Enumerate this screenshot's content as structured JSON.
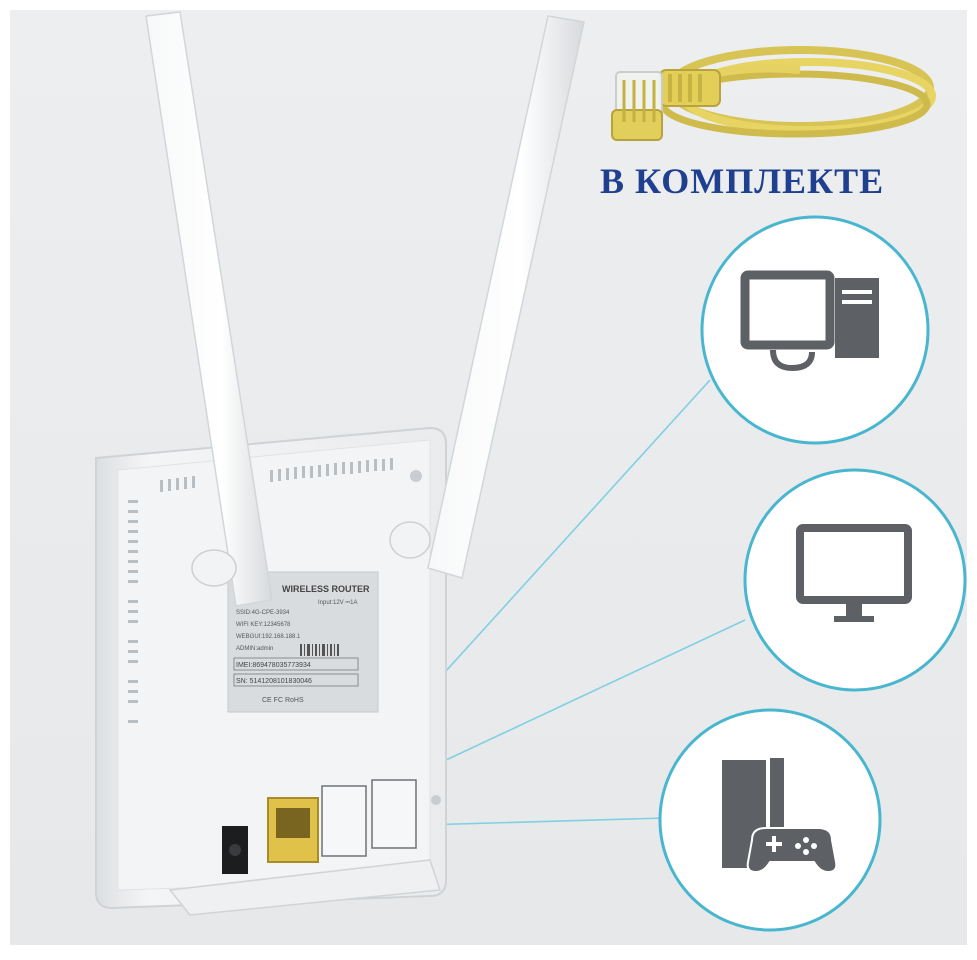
{
  "caption": "В КОМПЛЕКТЕ",
  "router_label": {
    "title": "WIRELESS ROUTER",
    "input": "Input:12V ⎓1A",
    "ssid": "SSID:4G-CPE-3934",
    "wifi_key": "WIFI KEY:12345678",
    "webgui": "WEBGUI:192.168.188.1",
    "admin": "ADMIN:admin",
    "imei": "IMEI:869478035773934",
    "sn": "SN: 51412081018300­46",
    "certs": "CE  FC  RoHS"
  },
  "devices": [
    {
      "name": "desktop-computer"
    },
    {
      "name": "monitor"
    },
    {
      "name": "game-console"
    }
  ],
  "colors": {
    "callout_ring": "#49b6cf",
    "callout_line": "#7fd0e2",
    "caption": "#1f3f8f",
    "cable": "#e7d25e",
    "lan_port": "#e0c24a"
  }
}
